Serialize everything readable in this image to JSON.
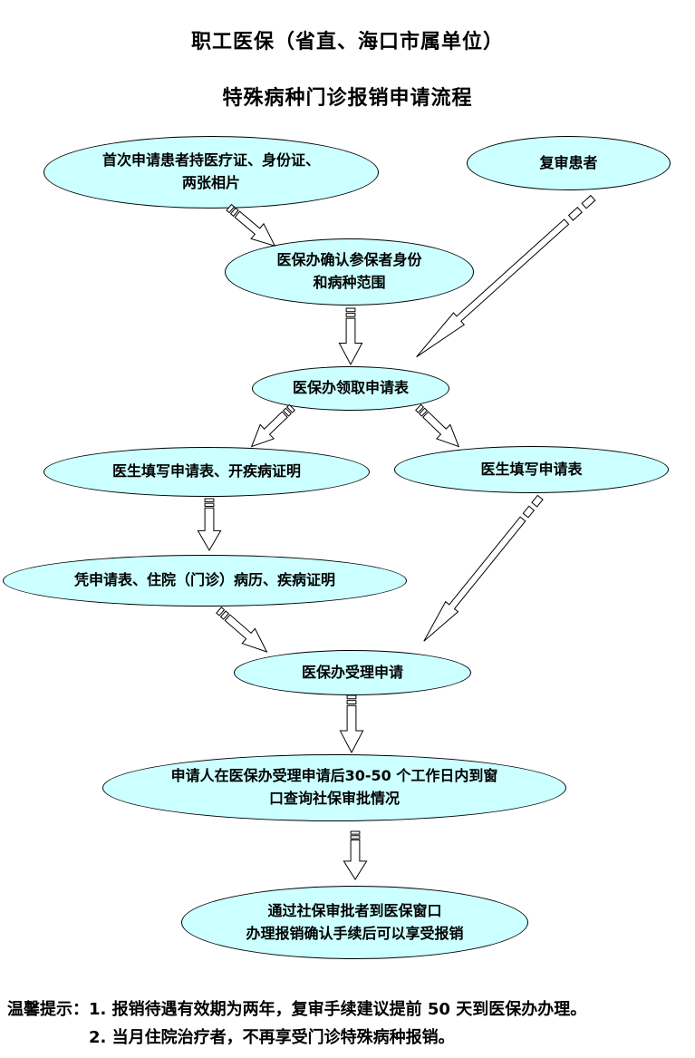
{
  "title": {
    "line1": "职工医保（省直、海口市属单位）",
    "line2": "特殊病种门诊报销申请流程"
  },
  "colors": {
    "node_fill": "#CCFFFF",
    "node_border": "#000000",
    "background": "#FFFFFF",
    "text": "#000000"
  },
  "nodes": {
    "first_visit": {
      "text": "首次申请患者持医疗证、身份证、\n两张相片"
    },
    "review_patient": {
      "text": "复审患者"
    },
    "confirm_identity": {
      "text": "医保办确认参保者身份\n和病种范围"
    },
    "collect_form": {
      "text": "医保办领取申请表"
    },
    "doctor_fill_cert": {
      "text": "医生填写申请表、开疾病证明"
    },
    "doctor_fill": {
      "text": "医生填写申请表"
    },
    "with_documents": {
      "text": "凭申请表、住院（门诊）病历、疾病证明"
    },
    "accept_application": {
      "text": "医保办受理申请"
    },
    "query_approval": {
      "text": "申请人在医保办受理申请后30-50 个工作日内到窗\n口查询社保审批情况"
    },
    "final_reimburse": {
      "text": "通过社保审批者到医保窗口\n办理报销确认手续后可以享受报销"
    }
  },
  "connections": [
    {
      "from": "first_visit",
      "to": "confirm_identity"
    },
    {
      "from": "review_patient",
      "to": "collect_form"
    },
    {
      "from": "confirm_identity",
      "to": "collect_form"
    },
    {
      "from": "collect_form",
      "to": "doctor_fill_cert"
    },
    {
      "from": "collect_form",
      "to": "doctor_fill"
    },
    {
      "from": "doctor_fill_cert",
      "to": "with_documents"
    },
    {
      "from": "doctor_fill",
      "to": "accept_application"
    },
    {
      "from": "with_documents",
      "to": "accept_application"
    },
    {
      "from": "accept_application",
      "to": "query_approval"
    },
    {
      "from": "query_approval",
      "to": "final_reimburse"
    }
  ],
  "notes": {
    "label": "温馨提示：",
    "line1": "1. 报销待遇有效期为两年，复审手续建议提前 50 天到医保办办理。",
    "line2": "2. 当月住院治疗者，不再享受门诊特殊病种报销。"
  }
}
